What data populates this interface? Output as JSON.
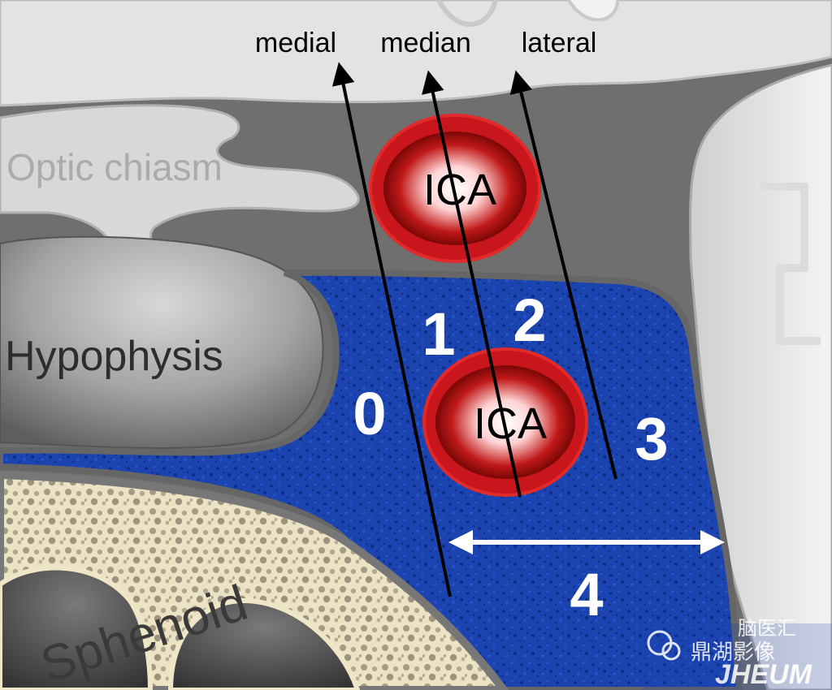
{
  "diagram": {
    "labels": {
      "optic_chiasm": "Optic chiasm",
      "hypophysis": "Hypophysis",
      "sphenoid": "Sphenoid",
      "ica_upper": "ICA",
      "ica_lower": "ICA",
      "line_medial": "medial",
      "line_median": "median",
      "line_lateral": "lateral"
    },
    "grades": [
      "0",
      "1",
      "2",
      "3",
      "4"
    ],
    "watermark": {
      "text_top": "脑医汇",
      "text_bottom": "鼎湖影像",
      "logo_text": "JHEUM"
    },
    "colors": {
      "sinus_blue": "#1b44b0",
      "ica_red": "#d8101a",
      "bone_cream": "#efe7c9",
      "dura_gray": "#737373",
      "brain_light": "#dedede"
    }
  }
}
